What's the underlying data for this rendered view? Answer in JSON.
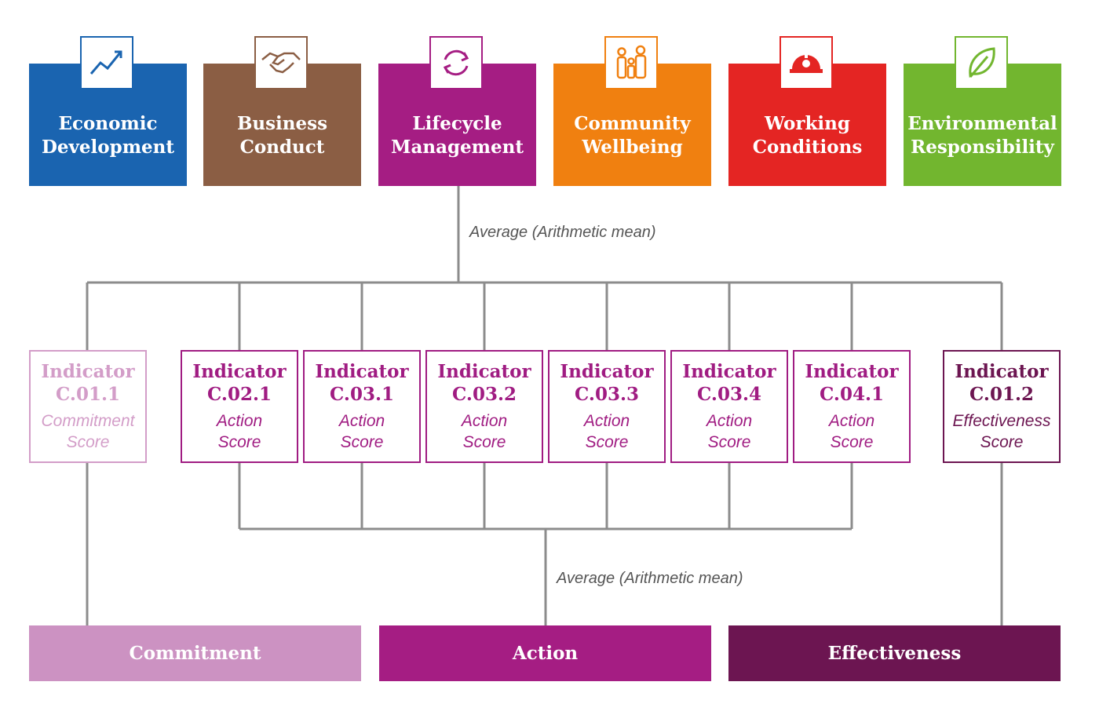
{
  "categories": [
    {
      "label_1": "Economic",
      "label_2": "Development",
      "color": "#1a64b0",
      "icon": "chart-trend-icon"
    },
    {
      "label_1": "Business",
      "label_2": "Conduct",
      "color": "#8b5e44",
      "icon": "handshake-icon"
    },
    {
      "label_1": "Lifecycle",
      "label_2": "Management",
      "color": "#a51d83",
      "icon": "cycle-arrows-icon"
    },
    {
      "label_1": "Community",
      "label_2": "Wellbeing",
      "color": "#f08010",
      "icon": "family-icon"
    },
    {
      "label_1": "Working",
      "label_2": "Conditions",
      "color": "#e42523",
      "icon": "hard-hat-icon"
    },
    {
      "label_1": "Environmental",
      "label_2": "Responsibility",
      "color": "#72b62f",
      "icon": "leaf-icon"
    }
  ],
  "notes": {
    "top": "Average (Arithmetic mean)",
    "bottom": "Average (Arithmetic mean)"
  },
  "indicators": [
    {
      "title": "Indicator",
      "code": "C.01.1",
      "score_1": "Commitment",
      "score_2": "Score",
      "color": "#d39dc8"
    },
    {
      "title": "Indicator",
      "code": "C.02.1",
      "score_1": "Action",
      "score_2": "Score",
      "color": "#a01c82"
    },
    {
      "title": "Indicator",
      "code": "C.03.1",
      "score_1": "Action",
      "score_2": "Score",
      "color": "#a01c82"
    },
    {
      "title": "Indicator",
      "code": "C.03.2",
      "score_1": "Action",
      "score_2": "Score",
      "color": "#a01c82"
    },
    {
      "title": "Indicator",
      "code": "C.03.3",
      "score_1": "Action",
      "score_2": "Score",
      "color": "#a01c82"
    },
    {
      "title": "Indicator",
      "code": "C.03.4",
      "score_1": "Action",
      "score_2": "Score",
      "color": "#a01c82"
    },
    {
      "title": "Indicator",
      "code": "C.04.1",
      "score_1": "Action",
      "score_2": "Score",
      "color": "#a01c82"
    },
    {
      "title": "Indicator",
      "code": "C.01.2",
      "score_1": "Effectiveness",
      "score_2": "Score",
      "color": "#6c1551"
    }
  ],
  "outcomes": [
    {
      "label": "Commitment",
      "color": "#cc92c2"
    },
    {
      "label": "Action",
      "color": "#a51d83"
    },
    {
      "label": "Effectiveness",
      "color": "#6c1551"
    }
  ]
}
